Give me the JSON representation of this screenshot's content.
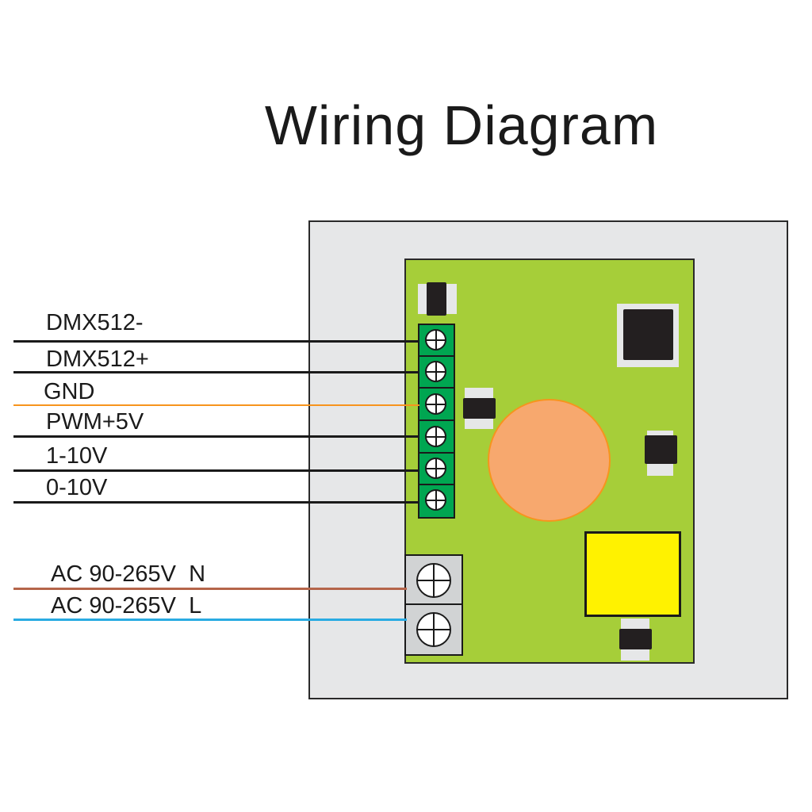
{
  "title": "Wiring Diagram",
  "colors": {
    "enclosure": "#e6e7e8",
    "pcb": "#a6ce39",
    "terminal_block": "#00a651",
    "capacitor": "#f7a86e",
    "relay": "#fff200",
    "wire_black": "#1a1a1a",
    "wire_gnd": "#f7941d",
    "wire_neutral": "#b5654a",
    "wire_live": "#29abe2"
  },
  "control_terminals": [
    {
      "label": "DMX512-",
      "wire_color": "black"
    },
    {
      "label": "DMX512+",
      "wire_color": "black"
    },
    {
      "label": "GND",
      "wire_color": "orange"
    },
    {
      "label": "PWM+5V",
      "wire_color": "black"
    },
    {
      "label": "1-10V",
      "wire_color": "black"
    },
    {
      "label": "0-10V",
      "wire_color": "black"
    }
  ],
  "power_terminals": [
    {
      "label": "AC 90-265V  N",
      "wire_color": "brown"
    },
    {
      "label": "AC 90-265V  L",
      "wire_color": "blue"
    }
  ]
}
